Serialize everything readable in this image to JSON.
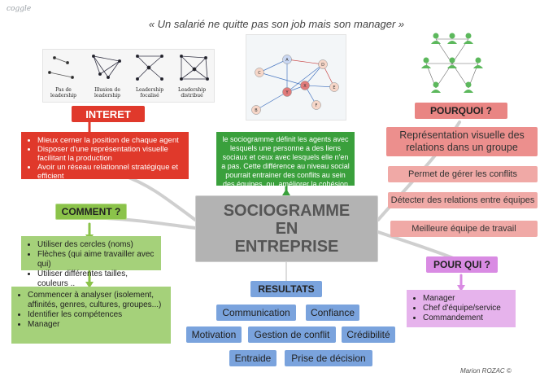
{
  "logo": "coggle",
  "quote": "« Un salarié ne quitte pas son job mais son manager »",
  "central": {
    "line1": "SOCIOGRAMME",
    "line2": "EN",
    "line3": "ENTREPRISE"
  },
  "leadership_captions": [
    "Pas de leadership",
    "Illusion de leadership",
    "Leadership focalisé",
    "Leadership distribué"
  ],
  "network_nodes": [
    "A",
    "B",
    "C",
    "D",
    "E",
    "F",
    "X",
    "Y"
  ],
  "interet": {
    "title": "INTERET",
    "items": [
      "Mieux cerner la position de chaque agent",
      "Disposer d'une représentation visuelle facilitant la production",
      "Avoir un réseau relationnel stratégique et efficient"
    ]
  },
  "definition": "le sociogramme définit les agents avec lesquels une personne a des liens sociaux et ceux avec lesquels elle n'en a pas. Cette différence au niveau social pourrait entrainer des conflits au sein des équipes, ou, améliorer la cohésion",
  "pourquoi": {
    "title": "POURQUOI ?",
    "items": [
      "Représentation visuelle des relations dans un groupe",
      "Permet de gérer les conflits",
      "Détecter des relations entre équipes",
      "Meilleure équipe de travail"
    ]
  },
  "comment": {
    "title": "COMMENT ?",
    "items": [
      "Utiliser des cercles (noms)",
      "Flèches (qui aime travailler avec qui)",
      "Utiliser différentes tailles, couleurs .."
    ],
    "steps": [
      "Commencer à analyser (isolement, affinités, genres, cultures, groupes...)",
      "Identifier les compétences",
      "Manager"
    ]
  },
  "pour_qui": {
    "title": "POUR QUI ?",
    "items": [
      "Manager",
      "Chef d'équipe/service",
      "Commandement"
    ]
  },
  "resultats": {
    "title": "RESULTATS",
    "items": [
      "Communication",
      "Confiance",
      "Motivation",
      "Gestion de conflit",
      "Crédibilité",
      "Entraide",
      "Prise de décision"
    ]
  },
  "signature": "Marion ROZAC ©",
  "colors": {
    "red": "#e0392b",
    "pink": "#e98583",
    "green": "#8bc34a",
    "dark_green": "#3aa03c",
    "violet": "#d98be3",
    "blue": "#7aa3dd",
    "central_grey": "#b3b3b3"
  }
}
